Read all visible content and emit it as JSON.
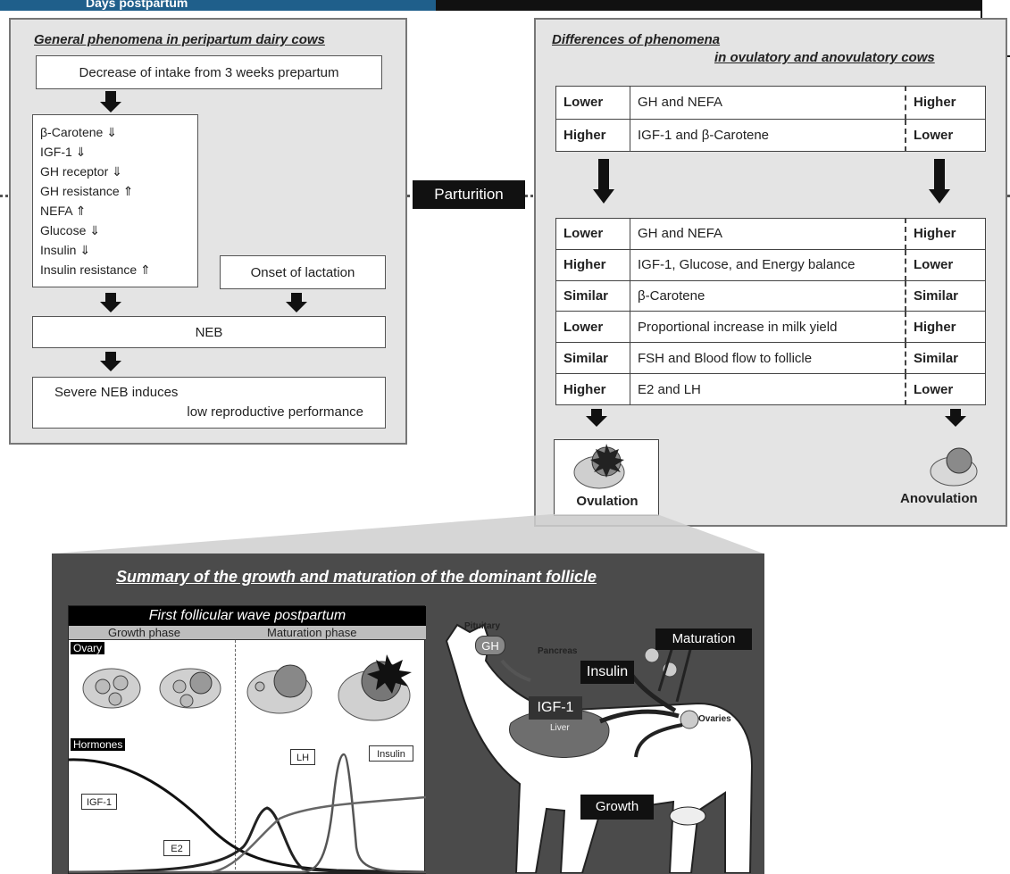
{
  "header_banner": "Days postpartum",
  "left_panel": {
    "title": "General phenomena in peripartum dairy cows",
    "intake_box": "Decrease of intake from 3 weeks prepartum",
    "factors": [
      "β-Carotene ⇓",
      "IGF-1 ⇓",
      "GH receptor ⇓",
      "GH resistance ⇑",
      "NEFA ⇑",
      "Glucose ⇓",
      "Insulin ⇓",
      "Insulin resistance ⇑"
    ],
    "lactation_box": "Onset of lactation",
    "neb_box": "NEB",
    "severe_line1": "Severe NEB induces",
    "severe_line2": "low reproductive performance"
  },
  "parturition_label": "Parturition",
  "right_panel": {
    "title_line1": "Differences of phenomena",
    "title_line2": "in ovulatory and anovulatory cows",
    "prepartum_rows": [
      {
        "left": "Lower",
        "middle": "GH and NEFA",
        "right": "Higher"
      },
      {
        "left": "Higher",
        "middle": "IGF-1 and β-Carotene",
        "right": "Lower"
      }
    ],
    "postpartum_rows": [
      {
        "left": "Lower",
        "middle": "GH and NEFA",
        "right": "Higher"
      },
      {
        "left": "Higher",
        "middle": "IGF-1, Glucose, and Energy balance",
        "right": "Lower"
      },
      {
        "left": "Similar",
        "middle": "β-Carotene",
        "right": "Similar"
      },
      {
        "left": "Lower",
        "middle": "Proportional increase in milk yield",
        "right": "Higher"
      },
      {
        "left": "Similar",
        "middle": "FSH and Blood flow to follicle",
        "right": "Similar"
      },
      {
        "left": "Higher",
        "middle": "E2 and LH",
        "right": "Lower"
      }
    ],
    "ovulation_label": "Ovulation",
    "anovulation_label": "Anovulation"
  },
  "bottom_panel": {
    "title": "Summary of the growth and maturation of the dominant follicle",
    "wave_title": "First follicular wave postpartum",
    "growth_phase": "Growth phase",
    "maturation_phase": "Maturation phase",
    "ovary_label": "Ovary",
    "hormones_label": "Hormones",
    "curve_labels": {
      "igf1": "IGF-1",
      "e2": "E2",
      "lh": "LH",
      "insulin": "Insulin"
    },
    "cow_labels": {
      "pituitary": "Pituitary",
      "gh": "GH",
      "pancreas": "Pancreas",
      "insulin": "Insulin",
      "igf1": "IGF-1",
      "liver": "Liver",
      "ovaries": "Ovaries",
      "maturation": "Maturation",
      "growth": "Growth"
    }
  }
}
